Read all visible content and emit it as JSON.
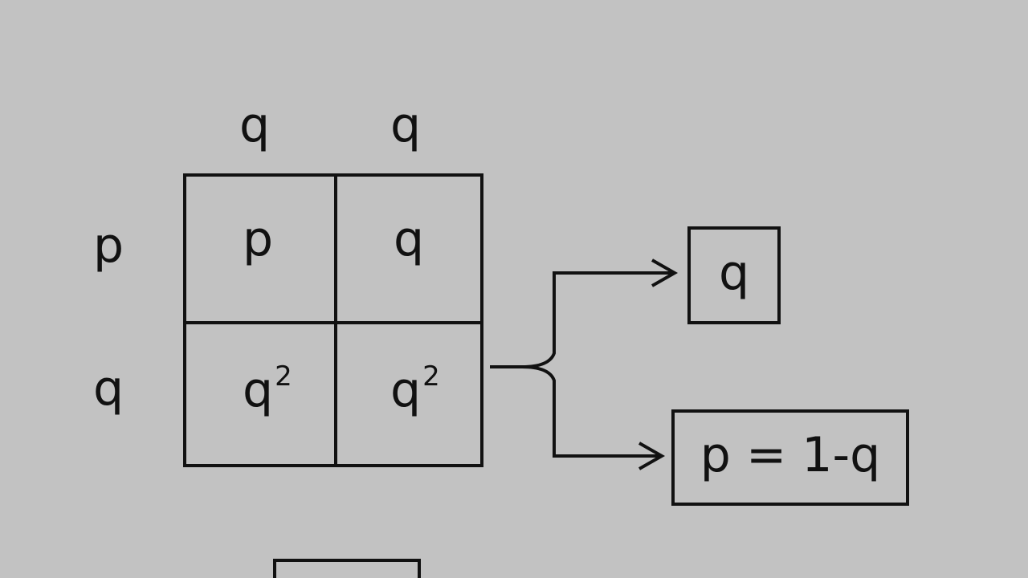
{
  "column_headers": [
    "q",
    "q"
  ],
  "row_headers": [
    "p",
    "q"
  ],
  "cells": [
    {
      "base": "p",
      "sup": ""
    },
    {
      "base": "q",
      "sup": ""
    },
    {
      "base": "q",
      "sup": "2"
    },
    {
      "base": "q",
      "sup": "2"
    }
  ],
  "result_boxes": [
    {
      "text": "q"
    },
    {
      "text": "p = 1-q"
    }
  ],
  "colors": {
    "background": "#c2c2c2",
    "ink": "#111111"
  }
}
